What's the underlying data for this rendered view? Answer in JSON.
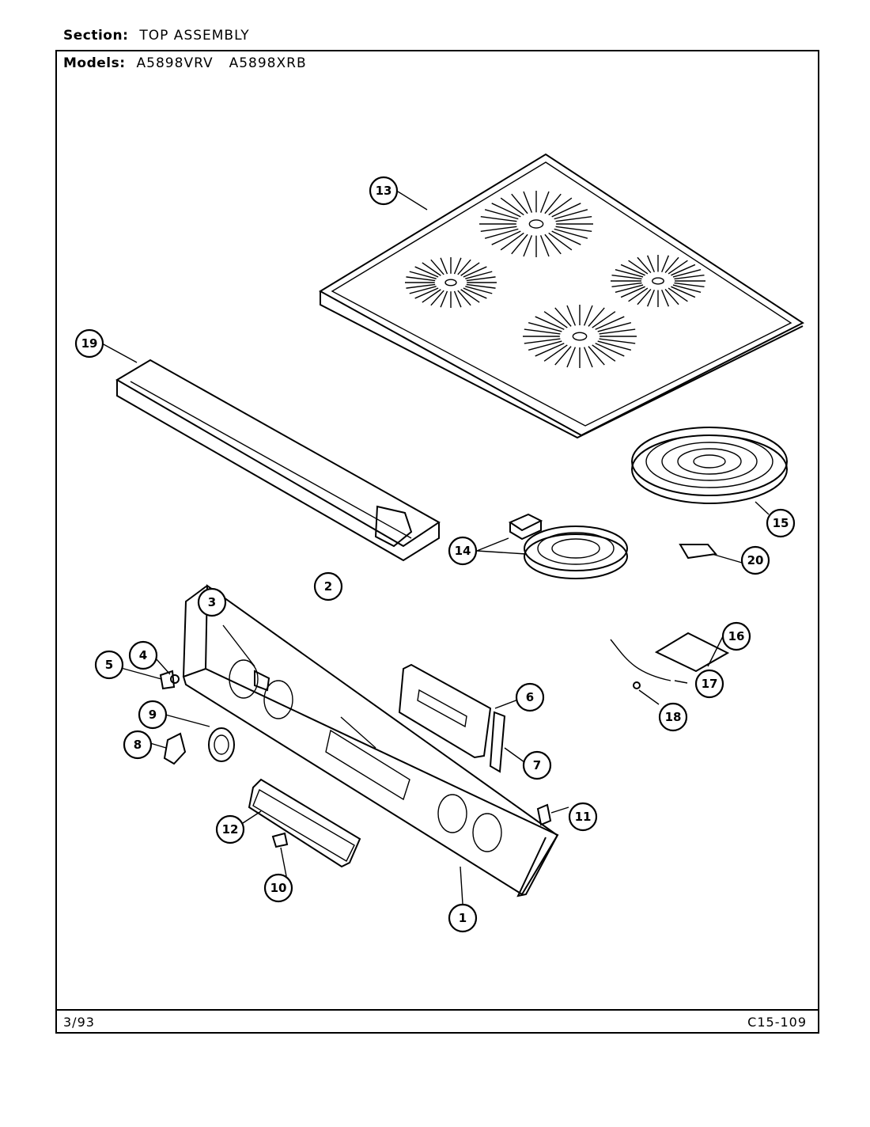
{
  "header": {
    "section_label": "Section:",
    "section_value": "TOP ASSEMBLY",
    "models_label": "Models:",
    "models": [
      "A5898VRV",
      "A5898XRB"
    ]
  },
  "footer": {
    "date": "3/93",
    "code": "C15-109"
  },
  "callouts": [
    "1",
    "2",
    "3",
    "4",
    "5",
    "6",
    "7",
    "8",
    "9",
    "10",
    "11",
    "12",
    "13",
    "14",
    "15",
    "16",
    "17",
    "18",
    "19",
    "20"
  ]
}
